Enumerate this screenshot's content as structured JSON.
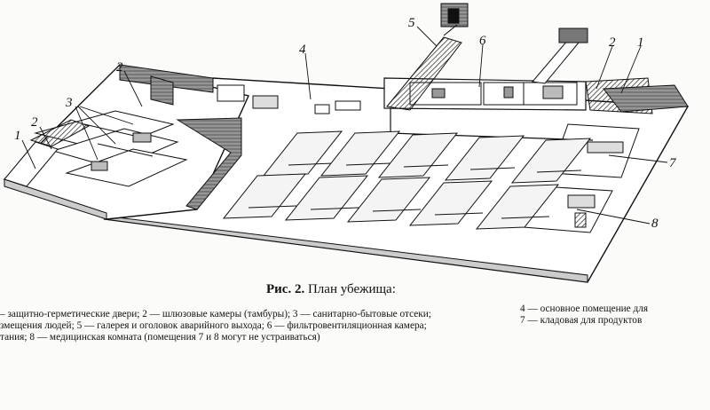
{
  "figure": {
    "title_prefix": "Рис. 2.",
    "title_text": "План убежища:"
  },
  "callouts": [
    "1",
    "2",
    "3",
    "2",
    "1",
    "4",
    "5",
    "6",
    "7",
    "8"
  ],
  "caption": {
    "line1_left": "– защитно-герметические двери; 2 — шлюзовые камеры (тамбуры); 3 — санитарно-бытовые отсеки;",
    "line1_right": "4 — основное помещение для",
    "line2_left": "змещения людей; 5 — галерея и оголовок аварийного выхода; 6 — фильтровентиляционная камера;",
    "line2_right": "7 — кладовая для продуктов",
    "line3": "тания; 8 — медицинская комната (помещения 7 и 8 могут не устраиваться)"
  }
}
